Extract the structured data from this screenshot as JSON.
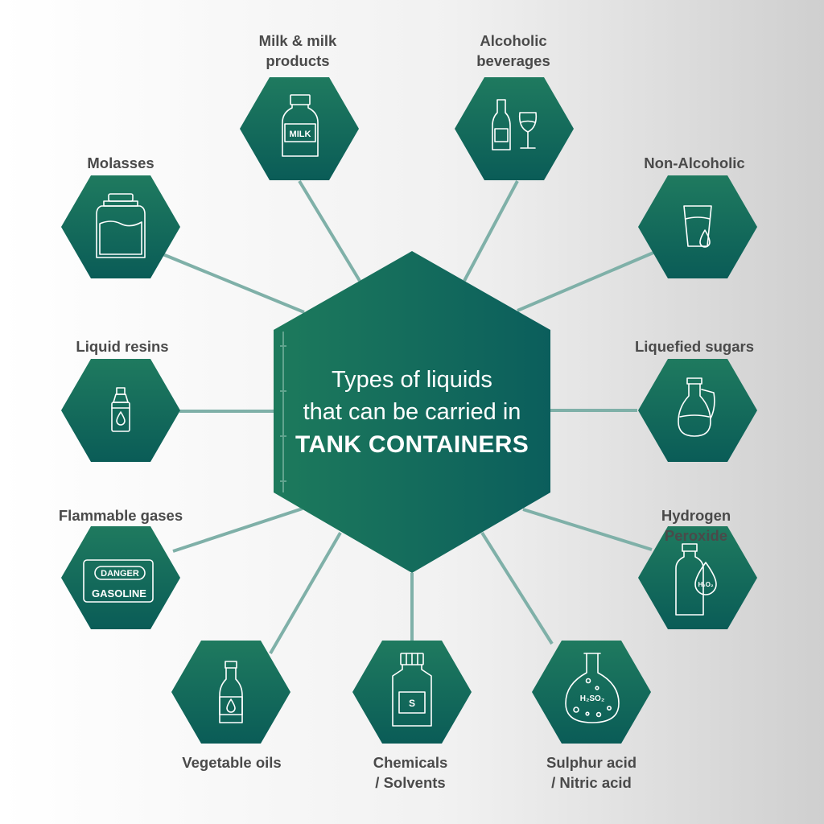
{
  "title": {
    "line1": "Types of liquids",
    "line2": "that can be carried in",
    "line3": "TANK CONTAINERS"
  },
  "colors": {
    "hex_top": "#1f7a5f",
    "hex_bottom": "#0a5c57",
    "connector": "#7fb0a8",
    "icon_stroke": "#ffffff",
    "label_text": "#4a4a4a"
  },
  "items": [
    {
      "label": "Milk & milk\nproducts",
      "icon": "milk-bottle-icon",
      "icon_text": "MILK"
    },
    {
      "label": "Alcoholic\nbeverages",
      "icon": "bottle-and-wine-glass-icon"
    },
    {
      "label": "Non-Alcoholic",
      "icon": "glass-with-drop-icon"
    },
    {
      "label": "Liquefied sugars",
      "icon": "syrup-jug-icon"
    },
    {
      "label": "Hydrogen Peroxide",
      "icon": "peroxide-bottle-icon",
      "icon_text": "H₂O₂"
    },
    {
      "label": "Sulphur acid\n/ Nitric acid",
      "icon": "flask-icon",
      "icon_text": "H₂SO₂"
    },
    {
      "label": "Chemicals\n/ Solvents",
      "icon": "chemical-jar-icon",
      "icon_text": "S"
    },
    {
      "label": "Vegetable oils",
      "icon": "oil-bottle-icon"
    },
    {
      "label": "Flammable gases",
      "icon": "danger-sign-icon",
      "icon_text": "DANGER",
      "icon_text2": "GASOLINE"
    },
    {
      "label": "Liquid resins",
      "icon": "dropper-bottle-icon"
    },
    {
      "label": "Molasses",
      "icon": "molasses-jar-icon"
    }
  ]
}
